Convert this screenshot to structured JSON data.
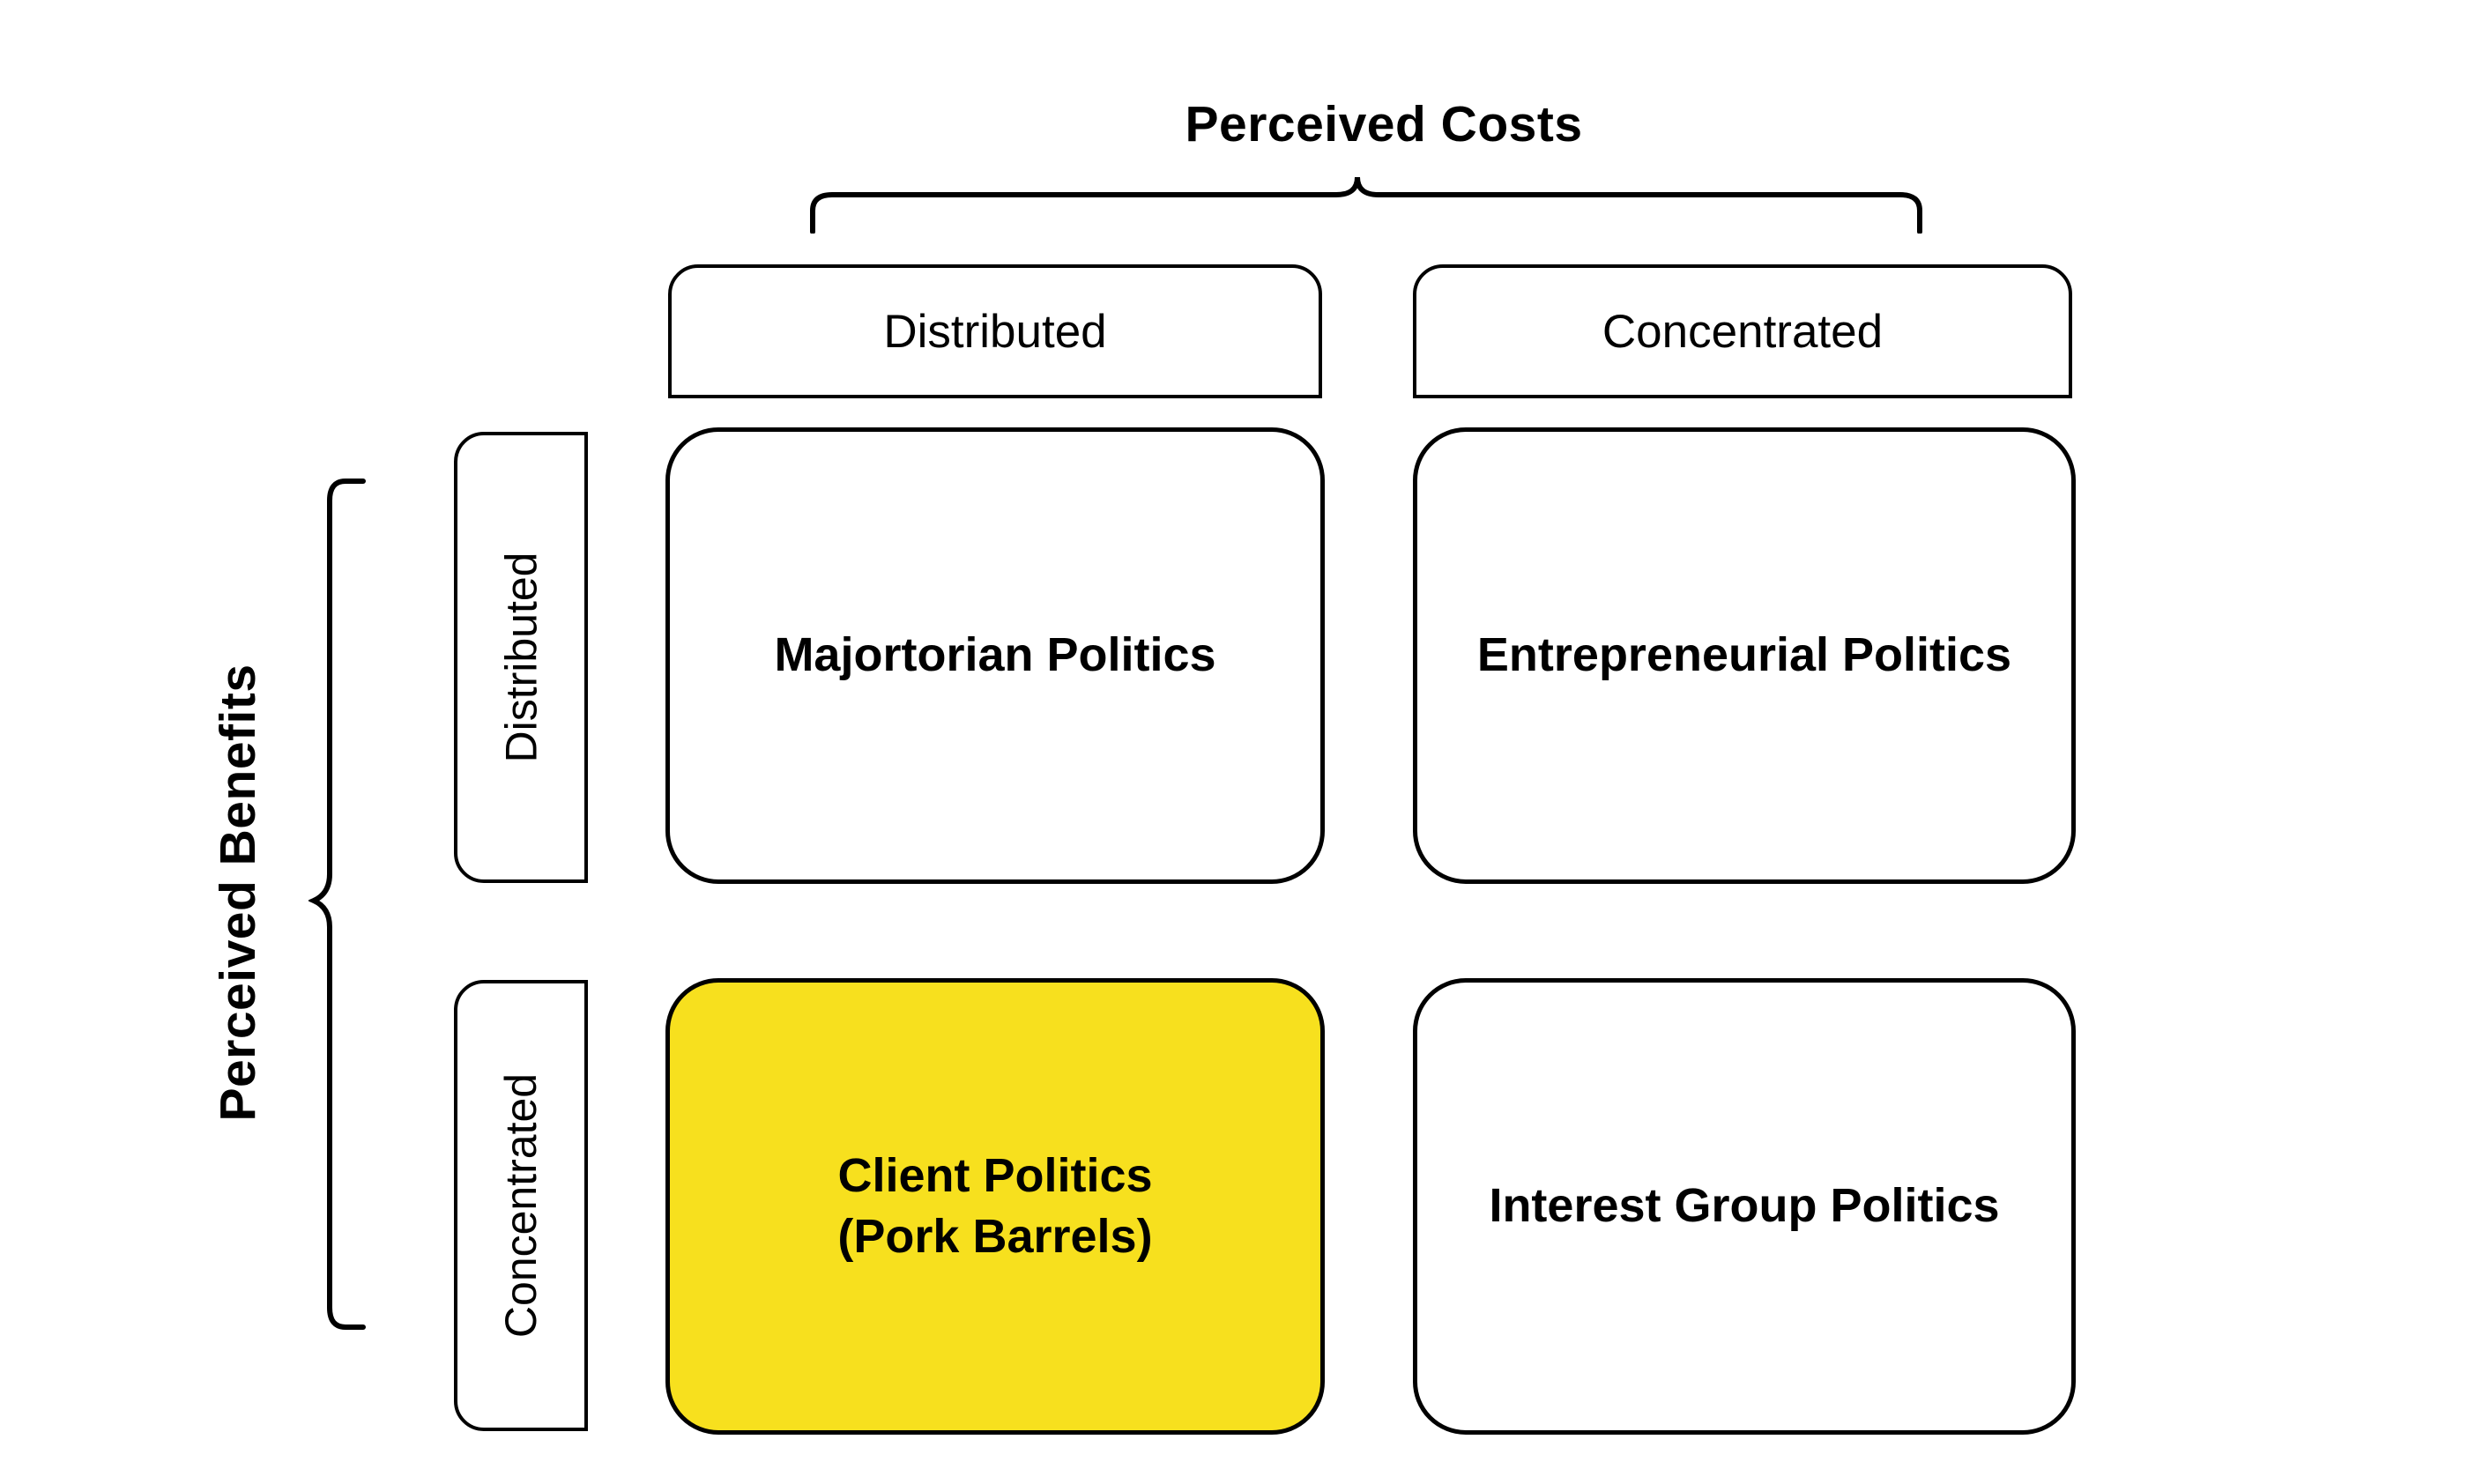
{
  "figure": {
    "type": "2x2-matrix-diagram",
    "column_axis_title": "Perceived Costs",
    "row_axis_title": "Perceived Benefits",
    "column_headers": [
      {
        "label": "Distributed"
      },
      {
        "label": "Concentrated"
      }
    ],
    "row_headers": [
      {
        "label": "Distributed"
      },
      {
        "label": "Concentrated"
      }
    ],
    "cells": [
      {
        "label": "Majortorian Politics",
        "row": "Distributed",
        "column": "Distributed",
        "highlighted": false,
        "fill": "#FFFFFF"
      },
      {
        "label": "Entrepreneurial Politics",
        "row": "Distributed",
        "column": "Concentrated",
        "highlighted": false,
        "fill": "#FFFFFF"
      },
      {
        "label": "Client Politics\n(Pork Barrels)",
        "row": "Concentrated",
        "column": "Distributed",
        "highlighted": true,
        "fill": "#F7E01E"
      },
      {
        "label": "Interest Group Politics",
        "row": "Concentrated",
        "column": "Concentrated",
        "highlighted": false,
        "fill": "#FFFFFF"
      }
    ],
    "braces": [
      {
        "name": "top-brace",
        "orientation": "horizontal",
        "groups": "Perceived Costs"
      },
      {
        "name": "left-brace",
        "orientation": "vertical",
        "groups": "Perceived Benefits"
      }
    ],
    "colors": {
      "stroke": "#000000",
      "background": "#FFFFFF",
      "highlight": "#F7E01E",
      "text": "#000000"
    }
  }
}
